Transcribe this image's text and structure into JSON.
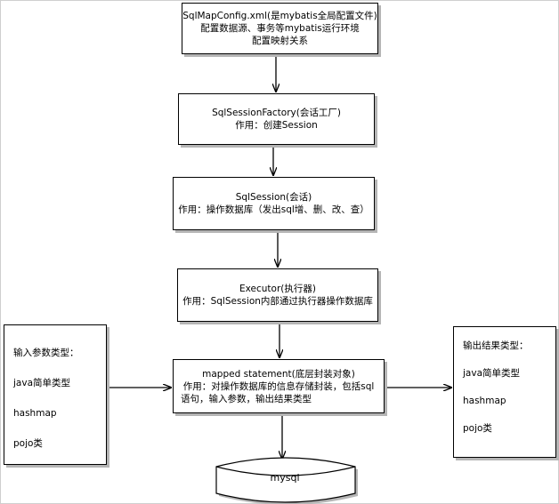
{
  "boxes": {
    "config": [
      "SqlMapConfig.xml(是mybatis全局配置文件)",
      "配置数据源、事务等mybatis运行环境",
      "配置映射关系"
    ],
    "factory": [
      "SqlSessionFactory(会话工厂)",
      "作用：创建Session"
    ],
    "session": [
      "SqlSession(会话)",
      "作用：操作数据库（发出sql增、删、改、查）"
    ],
    "executor": [
      "Executor(执行器)",
      "作用：SqlSession内部通过执行器操作数据库"
    ],
    "mapped": [
      "mapped statement(底层封装对象)",
      "作用：对操作数据库的信息存储封装，包括sql",
      "语句，输入参数，输出结果类型"
    ],
    "input": [
      "输入参数类型：",
      "java简单类型",
      "hashmap",
      "pojo类"
    ],
    "output": [
      "输出结果类型：",
      "java简单类型",
      "hashmap",
      "pojo类"
    ]
  },
  "database": {
    "label": "mysql"
  }
}
